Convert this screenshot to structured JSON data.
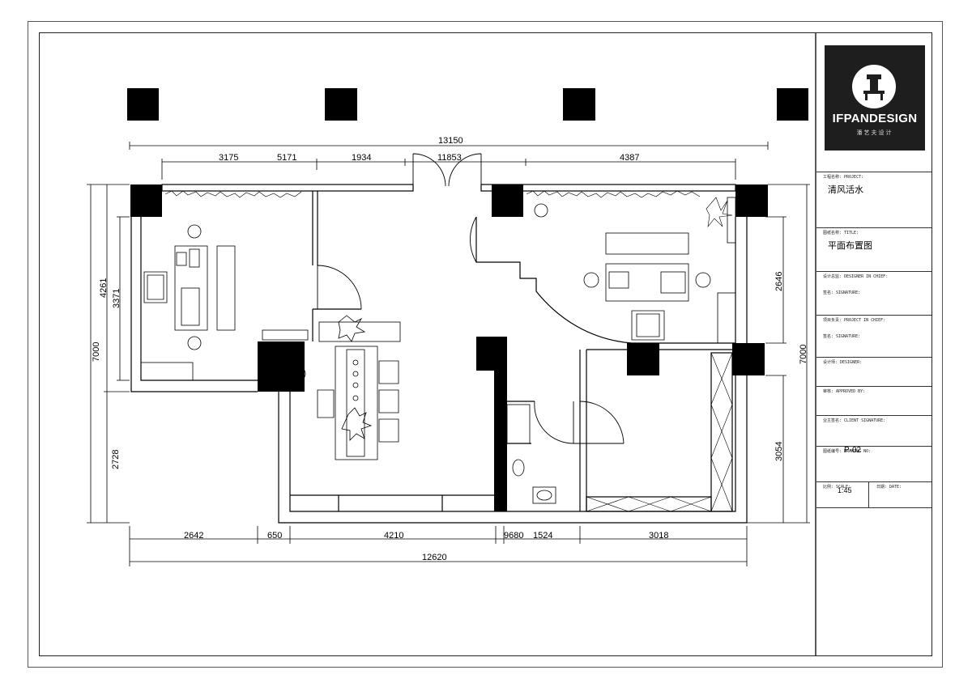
{
  "title_block": {
    "logo_text": "IFPANDESIGN",
    "logo_subtext": "潘艺夫设计",
    "project_label": "工程名称: PROJECT:",
    "project_name": "清风活水",
    "title_label": "图纸名称: TITLE:",
    "drawing_title": "平面布置图",
    "designer_label": "设计总监: DESIGNER IN CHIEF:",
    "sign1_label": "签名: SIGNATURE:",
    "pm_label": "项目负责: PROJECT IN CHIEF:",
    "sign2_label": "签名: SIGNATURE:",
    "design_label": "设计师: DESIGNER:",
    "approve_label": "审核: APPROVED BY:",
    "client_label": "业主签名: CLIENT SIGNATURE:",
    "drawing_no_label": "图纸编号: DRAWING NO:",
    "drawing_no": "P-02",
    "scale_label": "比例: SCALE:",
    "scale": "1:45",
    "date_label": "日期: DATE:"
  },
  "dimensions": {
    "top_overall": "13150",
    "top_a": "3175",
    "top_b": "5171",
    "top_c": "1934",
    "top_d": "11853",
    "top_e": "4387",
    "bottom_overall": "12620",
    "bottom_a": "2642",
    "bottom_b": "650",
    "bottom_c": "4210",
    "bottom_d": "9680",
    "bottom_e": "1524",
    "bottom_f": "3018",
    "left_overall": "7000",
    "left_a": "4261",
    "left_b": "3371",
    "left_c": "2728",
    "right_overall": "7000",
    "right_a": "2646",
    "right_b": "3054"
  }
}
